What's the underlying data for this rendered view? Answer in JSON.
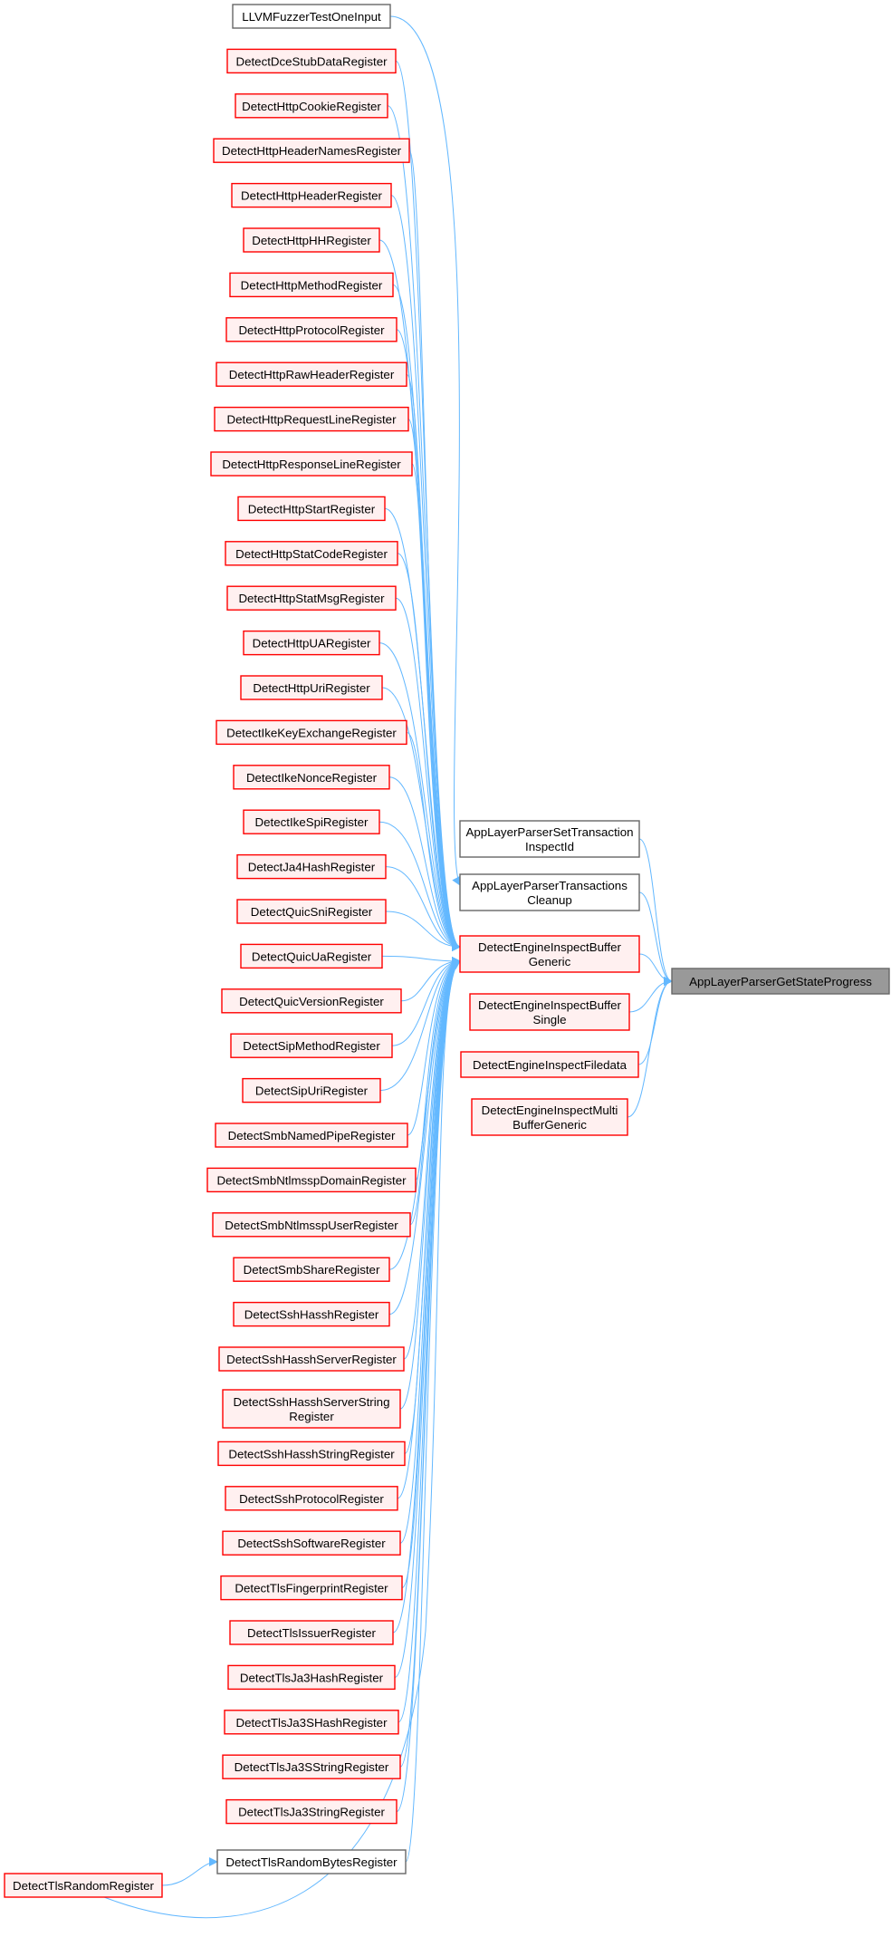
{
  "colors": {
    "edge": "#63b8ff",
    "root_fill": "#999999",
    "root_stroke": "#666666",
    "plain_fill": "#ffffff",
    "plain_stroke": "#666666",
    "red_fill": "#fff0f0",
    "red_stroke": "#ff0000",
    "text": "#000000"
  },
  "root": {
    "id": "root",
    "label": [
      "AppLayerParserGetStateProgress"
    ]
  },
  "callers": [
    {
      "id": "set_tx",
      "label": [
        "AppLayerParserSetTransaction",
        "InspectId"
      ],
      "style": "plain"
    },
    {
      "id": "tx_cleanup",
      "label": [
        "AppLayerParserTransactions",
        "Cleanup"
      ],
      "style": "plain"
    },
    {
      "id": "inspect_generic",
      "label": [
        "DetectEngineInspectBuffer",
        "Generic"
      ],
      "style": "red"
    },
    {
      "id": "inspect_single",
      "label": [
        "DetectEngineInspectBuffer",
        "Single"
      ],
      "style": "red"
    },
    {
      "id": "inspect_filedata",
      "label": [
        "DetectEngineInspectFiledata"
      ],
      "style": "red"
    },
    {
      "id": "inspect_multi",
      "label": [
        "DetectEngineInspectMulti",
        "BufferGeneric"
      ],
      "style": "red"
    }
  ],
  "registers": [
    {
      "id": "fuzz",
      "label": [
        "LLVMFuzzerTestOneInput"
      ],
      "style": "plain",
      "calls": "tx_cleanup"
    },
    {
      "id": "r1",
      "label": [
        "DetectDceStubDataRegister"
      ],
      "style": "red"
    },
    {
      "id": "r2",
      "label": [
        "DetectHttpCookieRegister"
      ],
      "style": "red"
    },
    {
      "id": "r3",
      "label": [
        "DetectHttpHeaderNamesRegister"
      ],
      "style": "red"
    },
    {
      "id": "r4",
      "label": [
        "DetectHttpHeaderRegister"
      ],
      "style": "red"
    },
    {
      "id": "r5",
      "label": [
        "DetectHttpHHRegister"
      ],
      "style": "red"
    },
    {
      "id": "r6",
      "label": [
        "DetectHttpMethodRegister"
      ],
      "style": "red"
    },
    {
      "id": "r7",
      "label": [
        "DetectHttpProtocolRegister"
      ],
      "style": "red"
    },
    {
      "id": "r8",
      "label": [
        "DetectHttpRawHeaderRegister"
      ],
      "style": "red"
    },
    {
      "id": "r9",
      "label": [
        "DetectHttpRequestLineRegister"
      ],
      "style": "red"
    },
    {
      "id": "r10",
      "label": [
        "DetectHttpResponseLineRegister"
      ],
      "style": "red"
    },
    {
      "id": "r11",
      "label": [
        "DetectHttpStartRegister"
      ],
      "style": "red"
    },
    {
      "id": "r12",
      "label": [
        "DetectHttpStatCodeRegister"
      ],
      "style": "red"
    },
    {
      "id": "r13",
      "label": [
        "DetectHttpStatMsgRegister"
      ],
      "style": "red"
    },
    {
      "id": "r14",
      "label": [
        "DetectHttpUARegister"
      ],
      "style": "red"
    },
    {
      "id": "r15",
      "label": [
        "DetectHttpUriRegister"
      ],
      "style": "red"
    },
    {
      "id": "r16",
      "label": [
        "DetectIkeKeyExchangeRegister"
      ],
      "style": "red"
    },
    {
      "id": "r17",
      "label": [
        "DetectIkeNonceRegister"
      ],
      "style": "red"
    },
    {
      "id": "r18",
      "label": [
        "DetectIkeSpiRegister"
      ],
      "style": "red"
    },
    {
      "id": "r19",
      "label": [
        "DetectJa4HashRegister"
      ],
      "style": "red"
    },
    {
      "id": "r20",
      "label": [
        "DetectQuicSniRegister"
      ],
      "style": "red"
    },
    {
      "id": "r21",
      "label": [
        "DetectQuicUaRegister"
      ],
      "style": "red"
    },
    {
      "id": "r22",
      "label": [
        "DetectQuicVersionRegister"
      ],
      "style": "red"
    },
    {
      "id": "r23",
      "label": [
        "DetectSipMethodRegister"
      ],
      "style": "red"
    },
    {
      "id": "r24",
      "label": [
        "DetectSipUriRegister"
      ],
      "style": "red"
    },
    {
      "id": "r25",
      "label": [
        "DetectSmbNamedPipeRegister"
      ],
      "style": "red"
    },
    {
      "id": "r26",
      "label": [
        "DetectSmbNtlmsspDomainRegister"
      ],
      "style": "red"
    },
    {
      "id": "r27",
      "label": [
        "DetectSmbNtlmsspUserRegister"
      ],
      "style": "red"
    },
    {
      "id": "r28",
      "label": [
        "DetectSmbShareRegister"
      ],
      "style": "red"
    },
    {
      "id": "r29",
      "label": [
        "DetectSshHasshRegister"
      ],
      "style": "red"
    },
    {
      "id": "r30",
      "label": [
        "DetectSshHasshServerRegister"
      ],
      "style": "red"
    },
    {
      "id": "r31",
      "label": [
        "DetectSshHasshServerString",
        "Register"
      ],
      "style": "red"
    },
    {
      "id": "r32",
      "label": [
        "DetectSshHasshStringRegister"
      ],
      "style": "red"
    },
    {
      "id": "r33",
      "label": [
        "DetectSshProtocolRegister"
      ],
      "style": "red"
    },
    {
      "id": "r34",
      "label": [
        "DetectSshSoftwareRegister"
      ],
      "style": "red"
    },
    {
      "id": "r35",
      "label": [
        "DetectTlsFingerprintRegister"
      ],
      "style": "red"
    },
    {
      "id": "r36",
      "label": [
        "DetectTlsIssuerRegister"
      ],
      "style": "red"
    },
    {
      "id": "r37",
      "label": [
        "DetectTlsJa3HashRegister"
      ],
      "style": "red"
    },
    {
      "id": "r38",
      "label": [
        "DetectTlsJa3SHashRegister"
      ],
      "style": "red"
    },
    {
      "id": "r39",
      "label": [
        "DetectTlsJa3SStringRegister"
      ],
      "style": "red"
    },
    {
      "id": "r40",
      "label": [
        "DetectTlsJa3StringRegister"
      ],
      "style": "red"
    },
    {
      "id": "randbytes",
      "label": [
        "DetectTlsRandomBytesRegister"
      ],
      "style": "plain"
    },
    {
      "id": "tlsrandom",
      "label": [
        "DetectTlsRandomRegister"
      ],
      "style": "red"
    }
  ]
}
